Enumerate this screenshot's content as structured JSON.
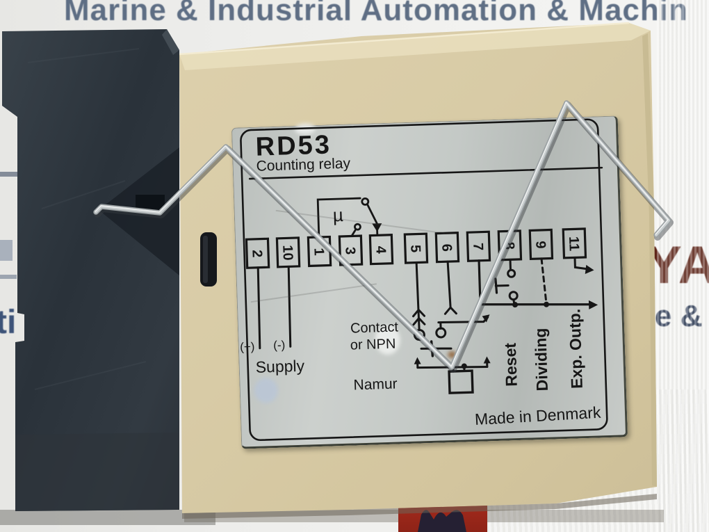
{
  "photo": {
    "background_watermarks": {
      "top_text": "Marine & Industrial Automation & Machin",
      "right_red_fragment": "YA",
      "right_blue_fragment": "e &",
      "left_blue_fragment": "ti"
    },
    "relay_label": {
      "model": "RD53",
      "subtitle": "Counting relay",
      "mu": "µ",
      "terminals": [
        "2",
        "10",
        "1",
        "3",
        "4",
        "5",
        "6",
        "7",
        "8",
        "9",
        "11"
      ],
      "supply_plus": "(+)",
      "supply_minus": "(-)",
      "supply": "Supply",
      "contact_line1": "Contact",
      "contact_line2": "or NPN",
      "namur": "Namur",
      "reset": "Reset",
      "dividing": "Dividing",
      "exp_outp": "Exp. Outp.",
      "origin": "Made in Denmark"
    },
    "colors": {
      "module_body": "#d8cba6",
      "label_silver": "#c6cac7",
      "socket_dark": "#2d353d",
      "print_black": "#161616",
      "logo_red": "#a32a1c",
      "watermark_blue": "#53647c",
      "watermark_red": "#5e2418"
    }
  }
}
